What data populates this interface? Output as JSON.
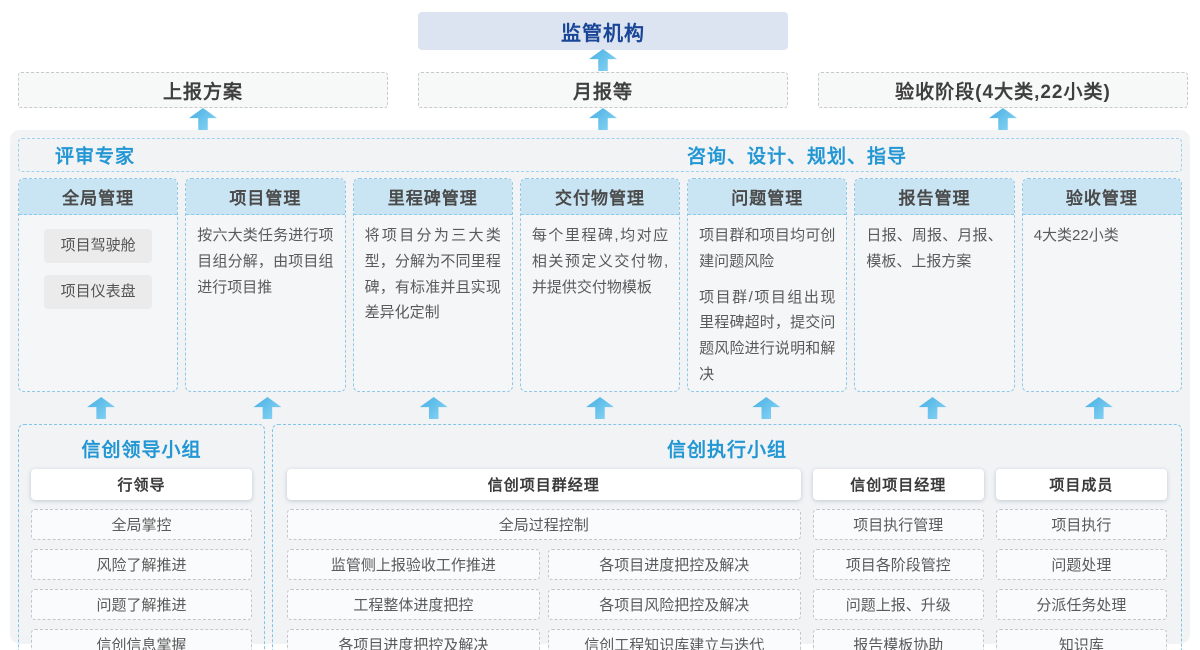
{
  "colors": {
    "accent_blue": "#2397d4",
    "navy_text": "#1a4697",
    "arrow_blue": "#5fb9e8",
    "column_header_fill": "#c9e4f3",
    "dashed_blue_border": "#8fc8e9",
    "panel_background": "#f1f3f5"
  },
  "top": {
    "regulator": "监管机构",
    "report_plan": "上报方案",
    "monthly_report": "月报等",
    "acceptance_stage": "验收阶段(4大类,22小类)"
  },
  "strip": {
    "left": "评审专家",
    "right": "咨询、设计、规划、指导"
  },
  "columns": [
    {
      "title": "全局管理",
      "pills": [
        "项目驾驶舱",
        "项目仪表盘"
      ]
    },
    {
      "title": "项目管理",
      "body": "按六大类任务进行项目组分解，由项目组进行项目推"
    },
    {
      "title": "里程碑管理",
      "body": "将项目分为三大类型，分解为不同里程碑，有标准并且实现差异化定制"
    },
    {
      "title": "交付物管理",
      "body": "每个里程碑,均对应相关预定义交付物,并提供交付物模板"
    },
    {
      "title": "问题管理",
      "body1": "项目群和项目均可创建问题风险",
      "body2": "项目群/项目组出现里程碑超时，提交问题风险进行说明和解决"
    },
    {
      "title": "报告管理",
      "body": "日报、周报、月报、模板、上报方案"
    },
    {
      "title": "验收管理",
      "body": "4大类22小类"
    }
  ],
  "leader_group": {
    "title": "信创领导小组",
    "role": "行领导",
    "items": [
      "全局掌控",
      "风险了解推进",
      "问题了解推进",
      "信创信息掌握"
    ]
  },
  "exec_group": {
    "title": "信创执行小组",
    "pgm": {
      "role": "信创项目群经理",
      "full_item": "全局过程控制",
      "left_items": [
        "监管侧上报验收工作推进",
        "工程整体进度把控",
        "各项目进度把控及解决"
      ],
      "right_items": [
        "各项目进度把控及解决",
        "各项目风险把控及解决",
        "信创工程知识库建立与迭代"
      ]
    },
    "pm": {
      "role": "信创项目经理",
      "items": [
        "项目执行管理",
        "项目各阶段管控",
        "问题上报、升级",
        "报告模板协助"
      ]
    },
    "member": {
      "role": "项目成员",
      "items": [
        "项目执行",
        "问题处理",
        "分派任务处理",
        "知识库"
      ]
    }
  }
}
